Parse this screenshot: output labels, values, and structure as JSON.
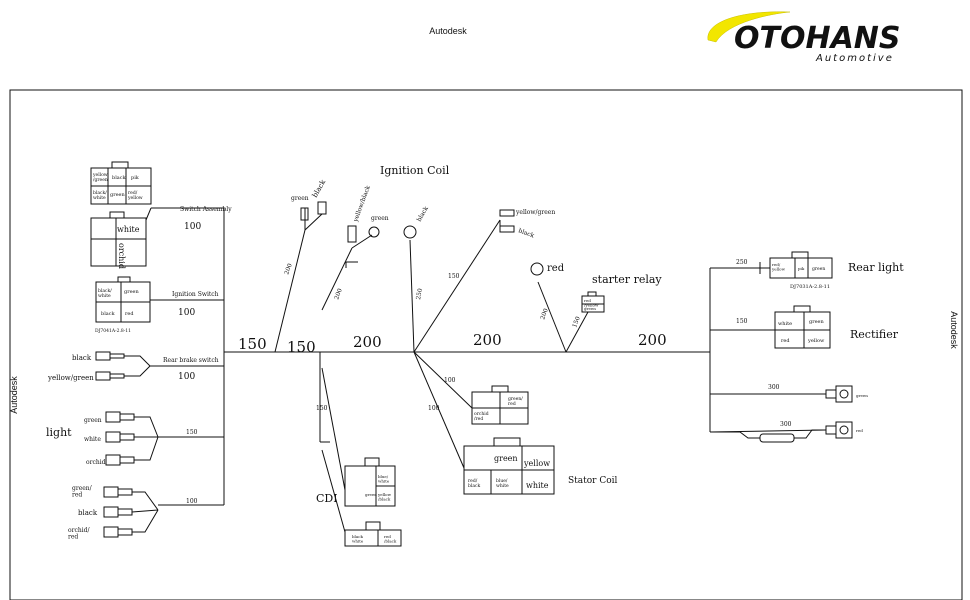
{
  "header": {
    "watermark_top": "Autodesk",
    "watermark_left": "Autodesk",
    "watermark_right": "Autodesk",
    "brand": {
      "name": "OTOHANS",
      "tagline": "Automotive",
      "accent_color": "#f2e600",
      "text_color": "#111111"
    }
  },
  "labels": {
    "ignition_coil": "Ignition Coil",
    "switch_assembly": "Switch Assembly",
    "ignition_switch": "Ignition Switch",
    "rear_brake_switch": "Rear brake switch",
    "light": "light",
    "cdi": "CDI",
    "stator_coil": "Stator Coil",
    "starter_relay": "starter  relay",
    "rear_light": "Rear  light",
    "rectifier": "Rectifier",
    "red": "red",
    "part_dj7031": "DJ7031A-2.8-11",
    "part_dj7041": "DJ7041A-2.8-11"
  },
  "wire_colors": {
    "black": "black",
    "yellow_green": "yellow/green",
    "green": "green",
    "white": "white",
    "orchid": "orchid",
    "green_red": "green/\nred",
    "orchid_red": "orchid/\nred",
    "yellow_black": "yellow/black"
  },
  "connector_labels": {
    "sw_yellow_green": "yellow\n/green",
    "sw_black": "black",
    "sw_pk": "pik",
    "sw_black_white": "black/\nwhite",
    "sw_green": "green",
    "sw_red_yellow": "red/\nyellow",
    "sw_white": "white",
    "sw_orchid": "orchid",
    "ig_black_white": "black/\nwhite",
    "ig_green": "green",
    "ig_black": "black",
    "ig_red": "red",
    "stator_orchid_red": "orchid\n/red",
    "stator_green_red": "green/\nred",
    "stator_green": "green",
    "stator_yellow": "yellow",
    "stator_red_black": "red/\nblack",
    "stator_blue_white": "blue/\nwhite",
    "stator_white": "white",
    "cdi_blue_white": "blue/\nwhite",
    "cdi_green": "green",
    "cdi_yellow_black": "yellow\n/black",
    "cdi_black_white": "black\nwhite",
    "cdi_red_black": "red\n/black",
    "relay_red_yellow": "red\n/yellow",
    "relay_green": "green",
    "relay_black": "black",
    "rl_red_yellow": "red/\nyellow",
    "rl_pk": "pik",
    "rl_green": "green",
    "rec_white": "white",
    "rec_green": "green",
    "rec_red": "red",
    "rec_yellow": "yellow"
  },
  "dimensions": {
    "main_150a": "150",
    "main_150b": "150",
    "main_200a": "200",
    "main_200b": "200",
    "main_200c": "200",
    "sw_100": "100",
    "ign_100": "100",
    "brake_100": "100",
    "light_150": "150",
    "bottom_100": "100",
    "cdi_150": "150",
    "stator_100a": "100",
    "stator_100b": "100",
    "ign_200": "200",
    "coil_200": "200",
    "coil_150": "150",
    "coil_250": "250",
    "red_200": "200",
    "relay_150": "150",
    "rear_250": "250",
    "rect_150": "150",
    "r300a": "300",
    "r300b": "300",
    "green_rt": "green",
    "red_rt": "red"
  }
}
